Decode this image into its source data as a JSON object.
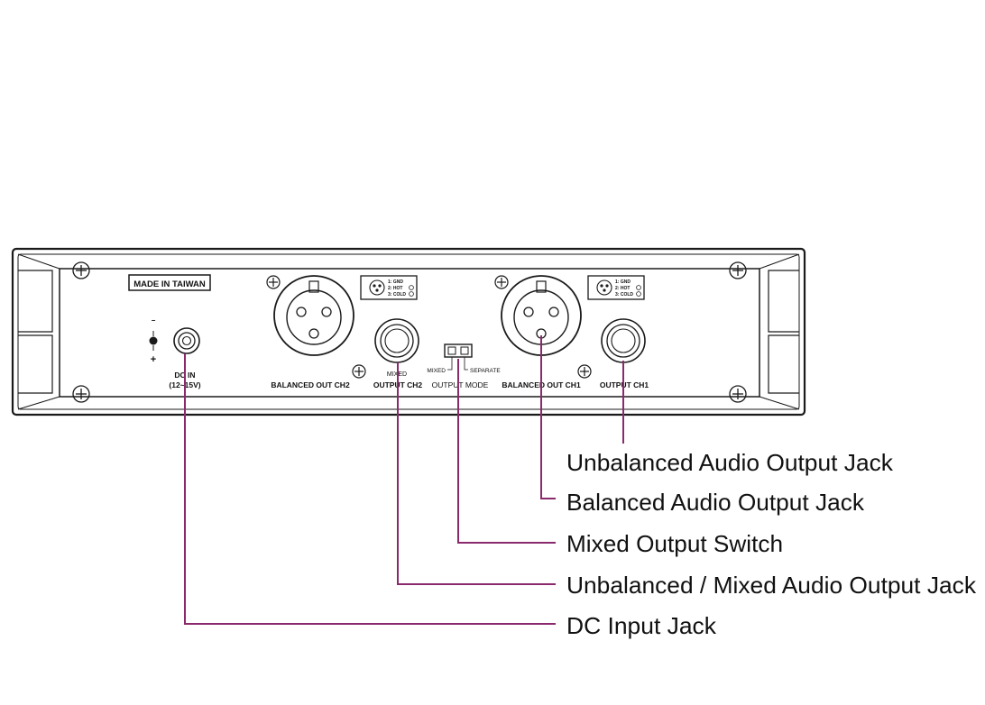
{
  "panel": {
    "made_in": "MADE IN TAIWAN",
    "dc_polarity_minus": "−",
    "dc_polarity_plus": "+",
    "dc_in_line1": "DC IN",
    "dc_in_line2": "(12~15V)",
    "balanced_out_ch2": "BALANCED OUT CH2",
    "output_ch2": "OUTPUT CH2",
    "mixed_small": "MIXED",
    "output_mode": "OUTPUT MODE",
    "switch_mixed": "MIXED",
    "switch_separate": "SEPARATE",
    "balanced_out_ch1": "BALANCED OUT CH1",
    "output_ch1": "OUTPUT CH1",
    "pin_gnd": "1: GND",
    "pin_hot": "2: HOT",
    "pin_cold": "3: COLD"
  },
  "callouts": [
    "Unbalanced Audio Output Jack",
    "Balanced Audio Output Jack",
    "Mixed Output Switch",
    "Unbalanced / Mixed Audio Output Jack",
    "DC Input Jack"
  ],
  "colors": {
    "leader": "#8a2a6c",
    "outline": "#1a1a1a"
  }
}
